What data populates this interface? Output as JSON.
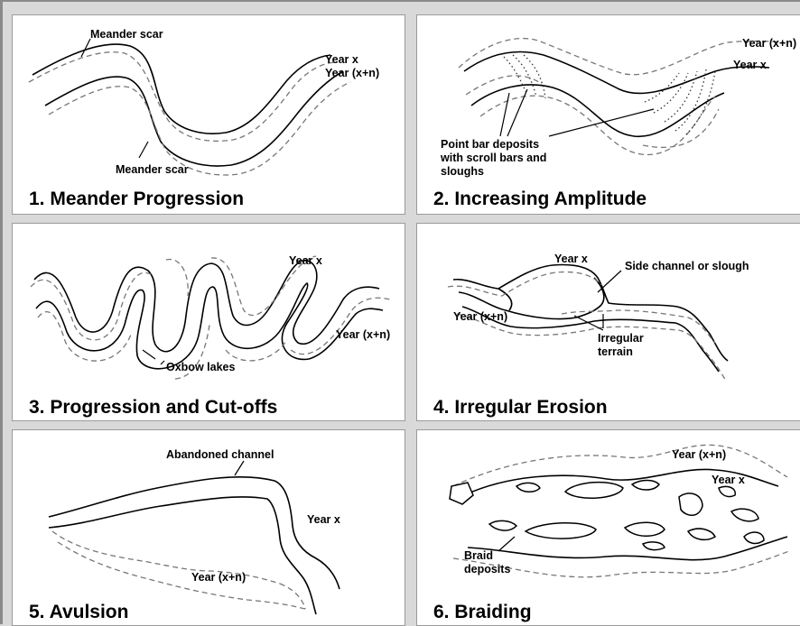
{
  "panels": [
    {
      "caption": "1.  Meander Progression",
      "labels": {
        "scar_top": "Meander scar",
        "scar_bottom": "Meander scar",
        "year_x": "Year x",
        "year_xn": "Year (x+n)"
      }
    },
    {
      "caption": "2.  Increasing Amplitude",
      "labels": {
        "year_xn": "Year (x+n)",
        "year_x": "Year x",
        "deposits": "Point bar deposits\nwith scroll bars and\nsloughs"
      }
    },
    {
      "caption": "3.  Progression and Cut-offs",
      "labels": {
        "year_x": "Year x",
        "year_xn": "Year (x+n)",
        "oxbow": "Oxbow lakes"
      }
    },
    {
      "caption": "4.  Irregular Erosion",
      "labels": {
        "year_x": "Year x",
        "side": "Side channel or slough",
        "year_xn": "Year (x+n)",
        "terrain": "Irregular\nterrain"
      }
    },
    {
      "caption": "5.  Avulsion",
      "labels": {
        "abandoned": "Abandoned channel",
        "year_x": "Year x",
        "year_xn": "Year (x+n)"
      }
    },
    {
      "caption": "6.  Braiding",
      "labels": {
        "year_xn": "Year (x+n)",
        "year_x": "Year x",
        "braid": "Braid\ndeposits"
      }
    }
  ]
}
